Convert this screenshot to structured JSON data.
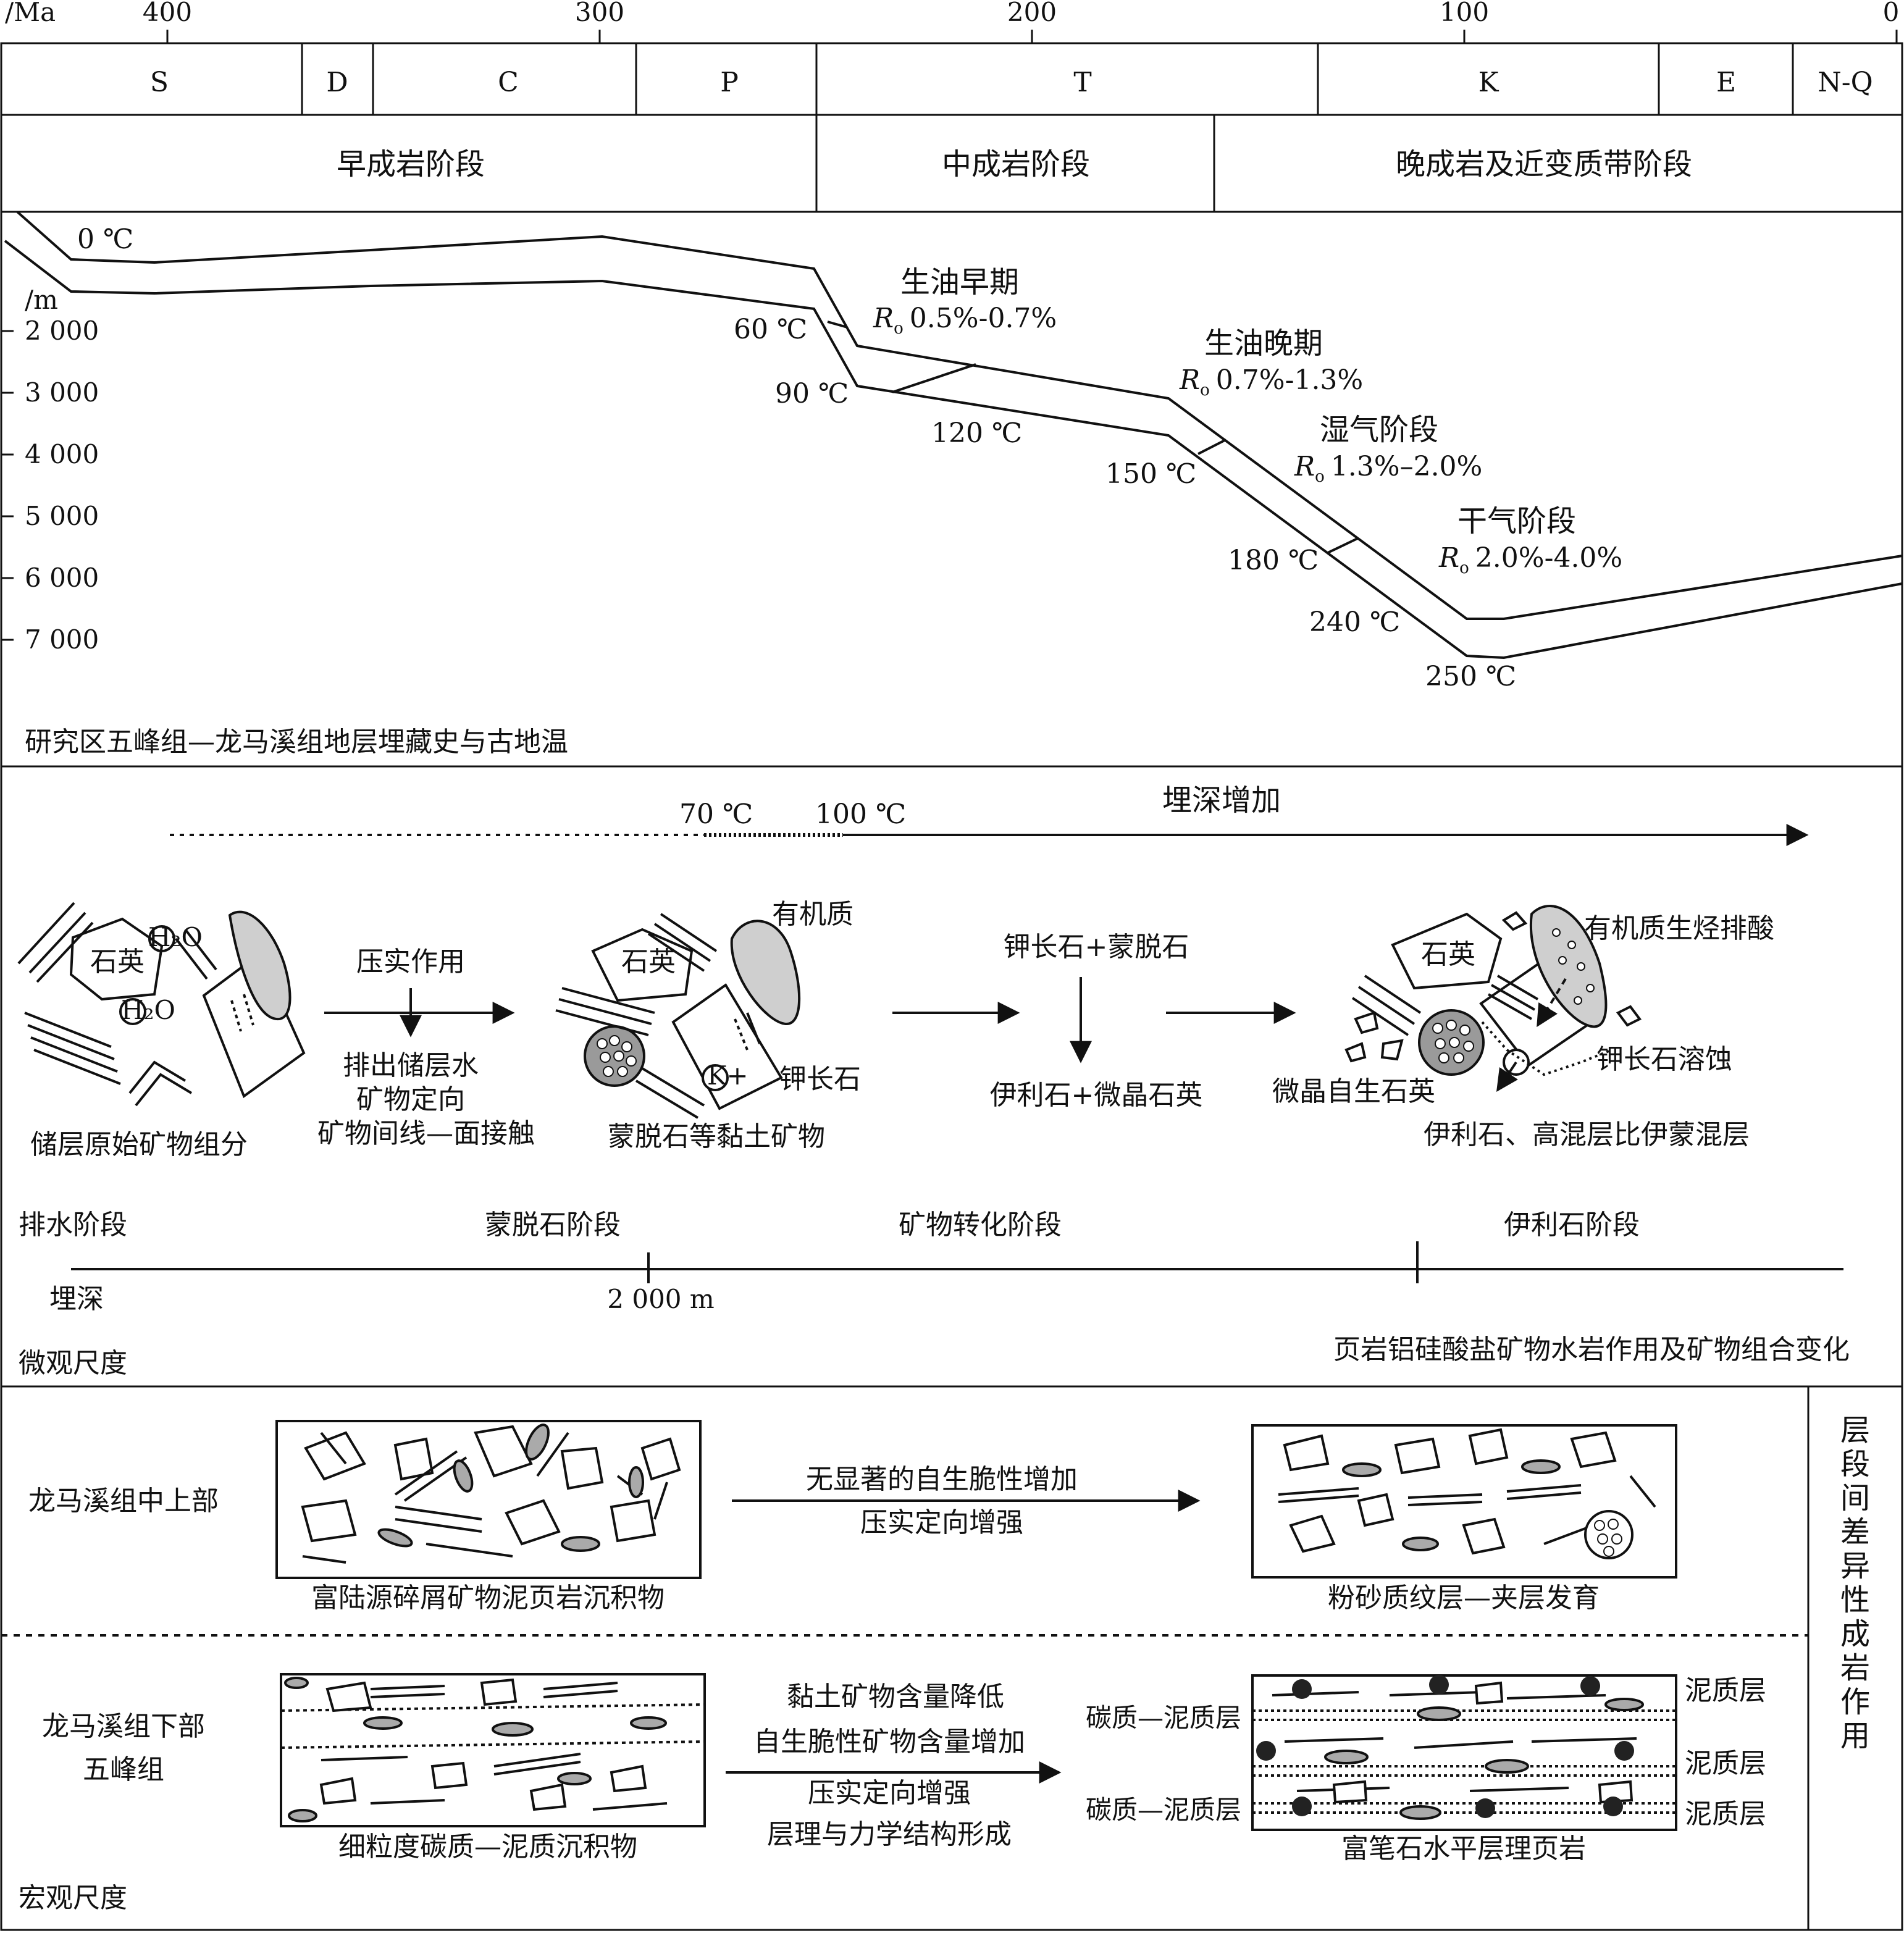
{
  "timeline": {
    "unit": "/Ma",
    "ticks": [
      "400",
      "300",
      "200",
      "100",
      "0"
    ],
    "periods": [
      "S",
      "D",
      "C",
      "P",
      "T",
      "K",
      "E",
      "N-Q"
    ]
  },
  "stages": [
    "早成岩阶段",
    "中成岩阶段",
    "晚成岩及近变质带阶段"
  ],
  "burial": {
    "depth_unit": "/m",
    "depth_ticks": [
      "2 000",
      "3 000",
      "4 000",
      "5 000",
      "6 000",
      "7 000"
    ],
    "temperatures": [
      "0 ℃",
      "60 ℃",
      "90 ℃",
      "120 ℃",
      "150 ℃",
      "180 ℃",
      "240 ℃",
      "250 ℃"
    ],
    "phases": [
      {
        "name": "生油早期",
        "ro": "0.5%-0.7%"
      },
      {
        "name": "生油晚期",
        "ro": "0.7%-1.3%"
      },
      {
        "name": "湿气阶段",
        "ro": "1.3%–2.0%"
      },
      {
        "name": "干气阶段",
        "ro": "2.0%-4.0%"
      }
    ],
    "ro_symbol": "R",
    "ro_sub": "o",
    "caption": "研究区五峰组—龙马溪组地层埋藏史与古地温"
  },
  "micro": {
    "temp_marks": [
      "70 ℃",
      "100 ℃"
    ],
    "arrow_label": "埋深增加",
    "s1_label": "储层原始矿物组分",
    "quartz": "石英",
    "water1": "H₂O",
    "water2": "H₂O",
    "arrow1_top": "压实作用",
    "arrow1_bottom": [
      "排出储层水",
      "矿物定向",
      "矿物间线—面接触"
    ],
    "organic": "有机质",
    "kfeldspar": "钾长石",
    "k_ion": "K+",
    "clay": "蒙脱石等黏土矿物",
    "react_top": "钾长石+蒙脱石",
    "react_bottom": "伊利石+微晶石英",
    "hc": "有机质生烃排酸",
    "dissolution": "钾长石溶蚀",
    "microquartz": "微晶自生石英",
    "illite": "伊利石、高混层比伊蒙混层",
    "phase_labels": [
      "排水阶段",
      "蒙脱石阶段",
      "矿物转化阶段",
      "伊利石阶段"
    ],
    "depth_label": "埋深",
    "depth_mark": "2 000 m",
    "scale": "微观尺度",
    "caption": "页岩铝硅酸盐矿物水岩作用及矿物组合变化"
  },
  "macro": {
    "upper_label": "龙马溪组中上部",
    "upper_arrow": [
      "无显著的自生脆性增加",
      "压实定向增强"
    ],
    "upper_left_caption": "富陆源碎屑矿物泥页岩沉积物",
    "upper_right_caption": "粉砂质纹层—夹层发育",
    "lower_label": [
      "龙马溪组下部",
      "五峰组"
    ],
    "lower_arrow": [
      "黏土矿物含量降低",
      "自生脆性矿物含量增加",
      "压实定向增强",
      "层理与力学结构形成"
    ],
    "lower_left_caption": "细粒度碳质—泥质沉积物",
    "lower_right_caption": "富笔石水平层理页岩",
    "carbon_layers": [
      "碳质—泥质层",
      "碳质—泥质层"
    ],
    "mud_layers": [
      "泥质层",
      "泥质层",
      "泥质层"
    ],
    "side": "层段间差异性成岩作用",
    "scale": "宏观尺度"
  }
}
